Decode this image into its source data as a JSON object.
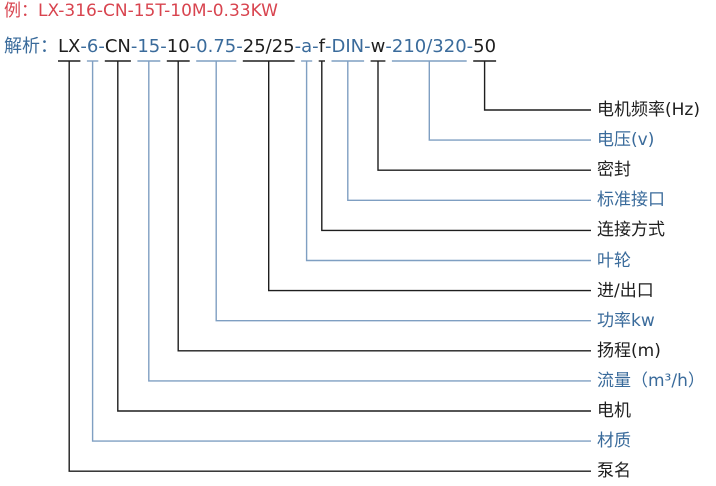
{
  "example_text": "例：LX-316-CN-15T-10M-0.33KW",
  "analysis": {
    "prefix": "解析：",
    "segments": [
      {
        "text": "LX",
        "tone": "black"
      },
      {
        "text": "-",
        "tone": "sep"
      },
      {
        "text": "6",
        "tone": "blue"
      },
      {
        "text": "-",
        "tone": "sep"
      },
      {
        "text": "CN",
        "tone": "black"
      },
      {
        "text": "-",
        "tone": "sep"
      },
      {
        "text": "15",
        "tone": "blue"
      },
      {
        "text": "-",
        "tone": "sep"
      },
      {
        "text": "10",
        "tone": "black"
      },
      {
        "text": "-",
        "tone": "sep"
      },
      {
        "text": "0.75",
        "tone": "blue"
      },
      {
        "text": "-",
        "tone": "sep"
      },
      {
        "text": "25/25",
        "tone": "black"
      },
      {
        "text": "-",
        "tone": "sep"
      },
      {
        "text": "a",
        "tone": "blue"
      },
      {
        "text": "-",
        "tone": "sep"
      },
      {
        "text": "f",
        "tone": "black"
      },
      {
        "text": "-",
        "tone": "sep"
      },
      {
        "text": "DIN",
        "tone": "blue"
      },
      {
        "text": "-",
        "tone": "sep"
      },
      {
        "text": "w",
        "tone": "black"
      },
      {
        "text": "-",
        "tone": "sep"
      },
      {
        "text": "210/320",
        "tone": "blue"
      },
      {
        "text": "-",
        "tone": "sep"
      },
      {
        "text": "50",
        "tone": "black"
      }
    ]
  },
  "labels": [
    {
      "text": "电机频率(Hz)",
      "tone": "black"
    },
    {
      "text": "电压(v)",
      "tone": "blue"
    },
    {
      "text": "密封",
      "tone": "black"
    },
    {
      "text": "标准接口",
      "tone": "blue"
    },
    {
      "text": "连接方式",
      "tone": "black"
    },
    {
      "text": "叶轮",
      "tone": "blue"
    },
    {
      "text": "进/出口",
      "tone": "black"
    },
    {
      "text": "功率kw",
      "tone": "blue"
    },
    {
      "text": "扬程(m)",
      "tone": "black"
    },
    {
      "text": "流量（m³/h）",
      "tone": "blue"
    },
    {
      "text": "电机",
      "tone": "black"
    },
    {
      "text": "材质",
      "tone": "blue"
    },
    {
      "text": "泵名",
      "tone": "black"
    }
  ],
  "colors": {
    "black": "#1e1e1e",
    "blue": "#3a6b9b",
    "red": "#d8444f",
    "blue_line": "#7f9fc2"
  }
}
